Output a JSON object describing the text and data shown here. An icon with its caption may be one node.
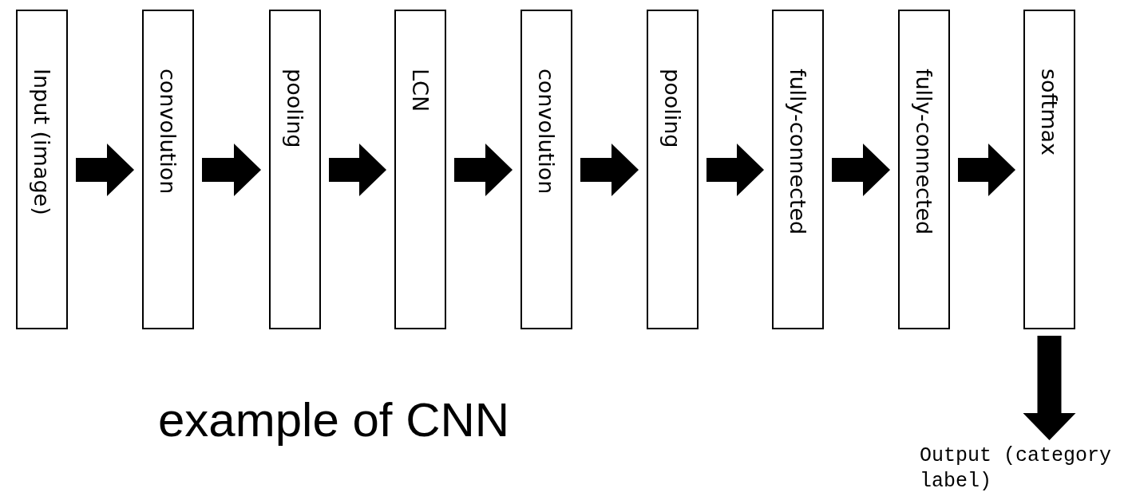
{
  "diagram": {
    "title": "example of CNN",
    "nodes": [
      {
        "text": [
          "Input (image)"
        ]
      },
      {
        "text": [
          "convolution"
        ]
      },
      {
        "text": [
          "pooling"
        ]
      },
      {
        "text": [
          "LCN"
        ]
      },
      {
        "text": [
          "convolution"
        ]
      },
      {
        "text": [
          "pooling"
        ]
      },
      {
        "text": [
          "fully-connected"
        ]
      },
      {
        "text": [
          "fully-connected"
        ]
      },
      {
        "text": [
          "softmax"
        ]
      },
      {
        "text": [
          "Output (category label)"
        ]
      }
    ],
    "edges": [
      {
        "from": 0,
        "to": 1,
        "arrow": "to"
      },
      {
        "from": 1,
        "to": 2,
        "arrow": "to"
      },
      {
        "from": 2,
        "to": 3,
        "arrow": "to"
      },
      {
        "from": 3,
        "to": 4,
        "arrow": "to"
      },
      {
        "from": 4,
        "to": 5,
        "arrow": "to"
      },
      {
        "from": 5,
        "to": 6,
        "arrow": "to"
      },
      {
        "from": 6,
        "to": 7,
        "arrow": "to"
      },
      {
        "from": 7,
        "to": 8,
        "arrow": "to"
      },
      {
        "from": 8,
        "to": 9,
        "arrow": "to"
      }
    ]
  }
}
